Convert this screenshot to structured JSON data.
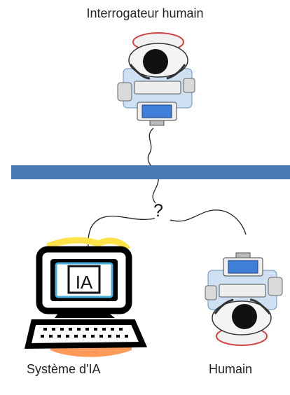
{
  "labels": {
    "interrogator": "Interrogateur humain",
    "ai_system": "Système d'IA",
    "human": "Humain",
    "screen_text": "IA",
    "question_mark": "?"
  },
  "icons": [
    "person-at-desk-icon",
    "computer-icon",
    "person-at-desk-icon"
  ],
  "colors": {
    "separator_bar": "#4a79b5",
    "screen": "#3f7fd8",
    "keyboard_back": "#ff9a5a",
    "keyboard_glow": "#ffe14a",
    "cable": "#222222"
  }
}
